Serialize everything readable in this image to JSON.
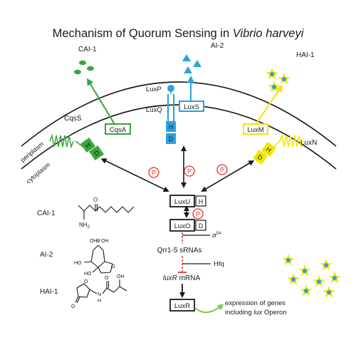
{
  "title": {
    "main": "Mechanism of Quorum Sensing in ",
    "organism": "Vibrio harveyi"
  },
  "signals": {
    "cai1": "CAI-1",
    "ai2": "AI-2",
    "hai1": "HAI-1"
  },
  "membranes": {
    "periplasm": "periplasm",
    "cytoplasm": "cytoplasm"
  },
  "proteins": {
    "cqsS": "CqsS",
    "cqsA": "CqsA",
    "luxP": "LuxP",
    "luxQ": "LuxQ",
    "luxS": "LuxS",
    "luxM": "LuxM",
    "luxN": "LuxN",
    "luxU": "LuxU",
    "luxO": "LuxO",
    "luxR": "LuxR"
  },
  "domains": {
    "h": "H",
    "d": "D"
  },
  "phospho": "P",
  "regulators": {
    "sigma": "σ",
    "sigma_sup": "54",
    "qrr": "Qrr1-5 sRNAs",
    "hfq": "Hfq",
    "luxR_mrna_gene": "luxR",
    "luxR_mrna_suffix": " mRNA"
  },
  "output": {
    "line1": "expression of genes",
    "line2_prefix": "including ",
    "line2_italic": "lux",
    "line2_suffix": " Operon"
  },
  "structures": {
    "cai1_label": "CAI-1",
    "ai2_label": "AI-2",
    "hai1_label": "HAI-1",
    "nh2": "NH",
    "nh2_sub": "2",
    "o": "O",
    "oh": "OH",
    "ho": "HO",
    "b": "B",
    "n_h": "H",
    "n": "N"
  },
  "colors": {
    "cai1": "#3aa53a",
    "ai2": "#29a3dc",
    "hai1": "#f2e600",
    "phospho": "#e53227",
    "repress": "#e53227",
    "output_arrow": "#7ac943",
    "ink": "#1a1a1a"
  }
}
